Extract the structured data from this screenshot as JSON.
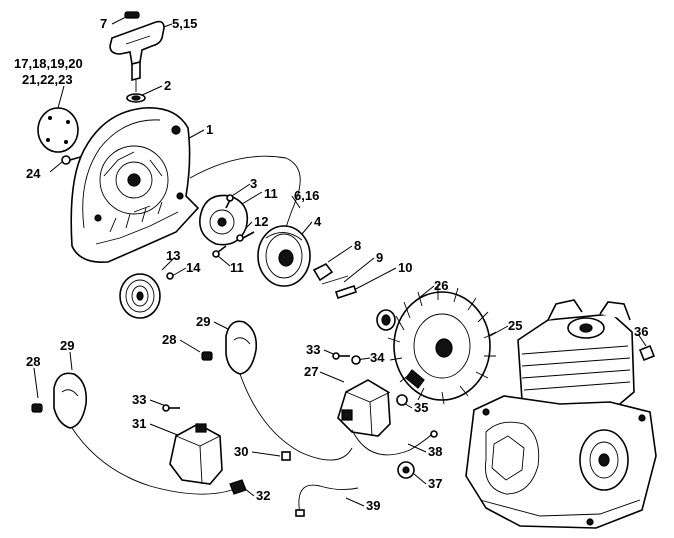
{
  "labels": [
    {
      "id": "l7",
      "text": "7"
    },
    {
      "id": "l5_15",
      "text": "5,15"
    },
    {
      "id": "l17_20",
      "text": "17,18,19,20"
    },
    {
      "id": "l21_23",
      "text": "21,22,23"
    },
    {
      "id": "l2",
      "text": "2"
    },
    {
      "id": "l1",
      "text": "1"
    },
    {
      "id": "l24",
      "text": "24"
    },
    {
      "id": "l3",
      "text": "3"
    },
    {
      "id": "l11a",
      "text": "11"
    },
    {
      "id": "l6_16",
      "text": "6,16"
    },
    {
      "id": "l12",
      "text": "12"
    },
    {
      "id": "l4",
      "text": "4"
    },
    {
      "id": "l8",
      "text": "8"
    },
    {
      "id": "l9",
      "text": "9"
    },
    {
      "id": "l10",
      "text": "10"
    },
    {
      "id": "l13",
      "text": "13"
    },
    {
      "id": "l14",
      "text": "14"
    },
    {
      "id": "l11b",
      "text": "11"
    },
    {
      "id": "l26",
      "text": "26"
    },
    {
      "id": "l25",
      "text": "25"
    },
    {
      "id": "l36",
      "text": "36"
    },
    {
      "id": "l29a",
      "text": "29"
    },
    {
      "id": "l28a",
      "text": "28"
    },
    {
      "id": "l29b",
      "text": "29"
    },
    {
      "id": "l28b",
      "text": "28"
    },
    {
      "id": "l33a",
      "text": "33"
    },
    {
      "id": "l34",
      "text": "34"
    },
    {
      "id": "l27",
      "text": "27"
    },
    {
      "id": "l35",
      "text": "35"
    },
    {
      "id": "l33b",
      "text": "33"
    },
    {
      "id": "l31",
      "text": "31"
    },
    {
      "id": "l30",
      "text": "30"
    },
    {
      "id": "l38",
      "text": "38"
    },
    {
      "id": "l37",
      "text": "37"
    },
    {
      "id": "l32",
      "text": "32"
    },
    {
      "id": "l39",
      "text": "39"
    }
  ]
}
